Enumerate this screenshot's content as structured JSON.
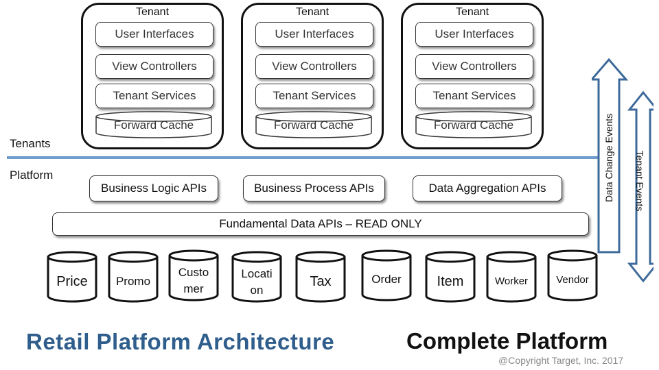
{
  "tenants": [
    {
      "title": "Tenant",
      "layers": {
        "ui": "User Interfaces",
        "view": "View Controllers",
        "services": "Tenant Services",
        "cache": "Forward Cache"
      }
    },
    {
      "title": "Tenant",
      "layers": {
        "ui": "User Interfaces",
        "view": "View Controllers",
        "services": "Tenant Services",
        "cache": "Forward Cache"
      }
    },
    {
      "title": "Tenant",
      "layers": {
        "ui": "User Interfaces",
        "view": "View Controllers",
        "services": "Tenant Services",
        "cache": "Forward Cache"
      }
    }
  ],
  "labels": {
    "tenants": "Tenants",
    "platform": "Platform"
  },
  "apis": {
    "business_logic": "Business Logic APIs",
    "business_process": "Business Process APIs",
    "data_aggregation": "Data Aggregation APIs",
    "fundamental": "Fundamental Data APIs – READ ONLY"
  },
  "databases": [
    {
      "line1": "Price",
      "line2": ""
    },
    {
      "line1": "Promo",
      "line2": ""
    },
    {
      "line1": "Custo",
      "line2": "mer"
    },
    {
      "line1": "Locati",
      "line2": "on"
    },
    {
      "line1": "Tax",
      "line2": ""
    },
    {
      "line1": "Order",
      "line2": ""
    },
    {
      "line1": "Item",
      "line2": ""
    },
    {
      "line1": "Worker",
      "line2": ""
    },
    {
      "line1": "Vendor",
      "line2": ""
    }
  ],
  "arrows": {
    "data_change": "Data Change Events",
    "tenant_events": "Tenant Events"
  },
  "footer": {
    "title_left": "Retail Platform Architecture",
    "title_right": "Complete Platform",
    "copyright": "@Copyright Target, Inc. 2017"
  },
  "colors": {
    "accent": "#2f5d8c",
    "divider": "#6f9ccc",
    "arrow_outline": "#3d6a9a"
  }
}
